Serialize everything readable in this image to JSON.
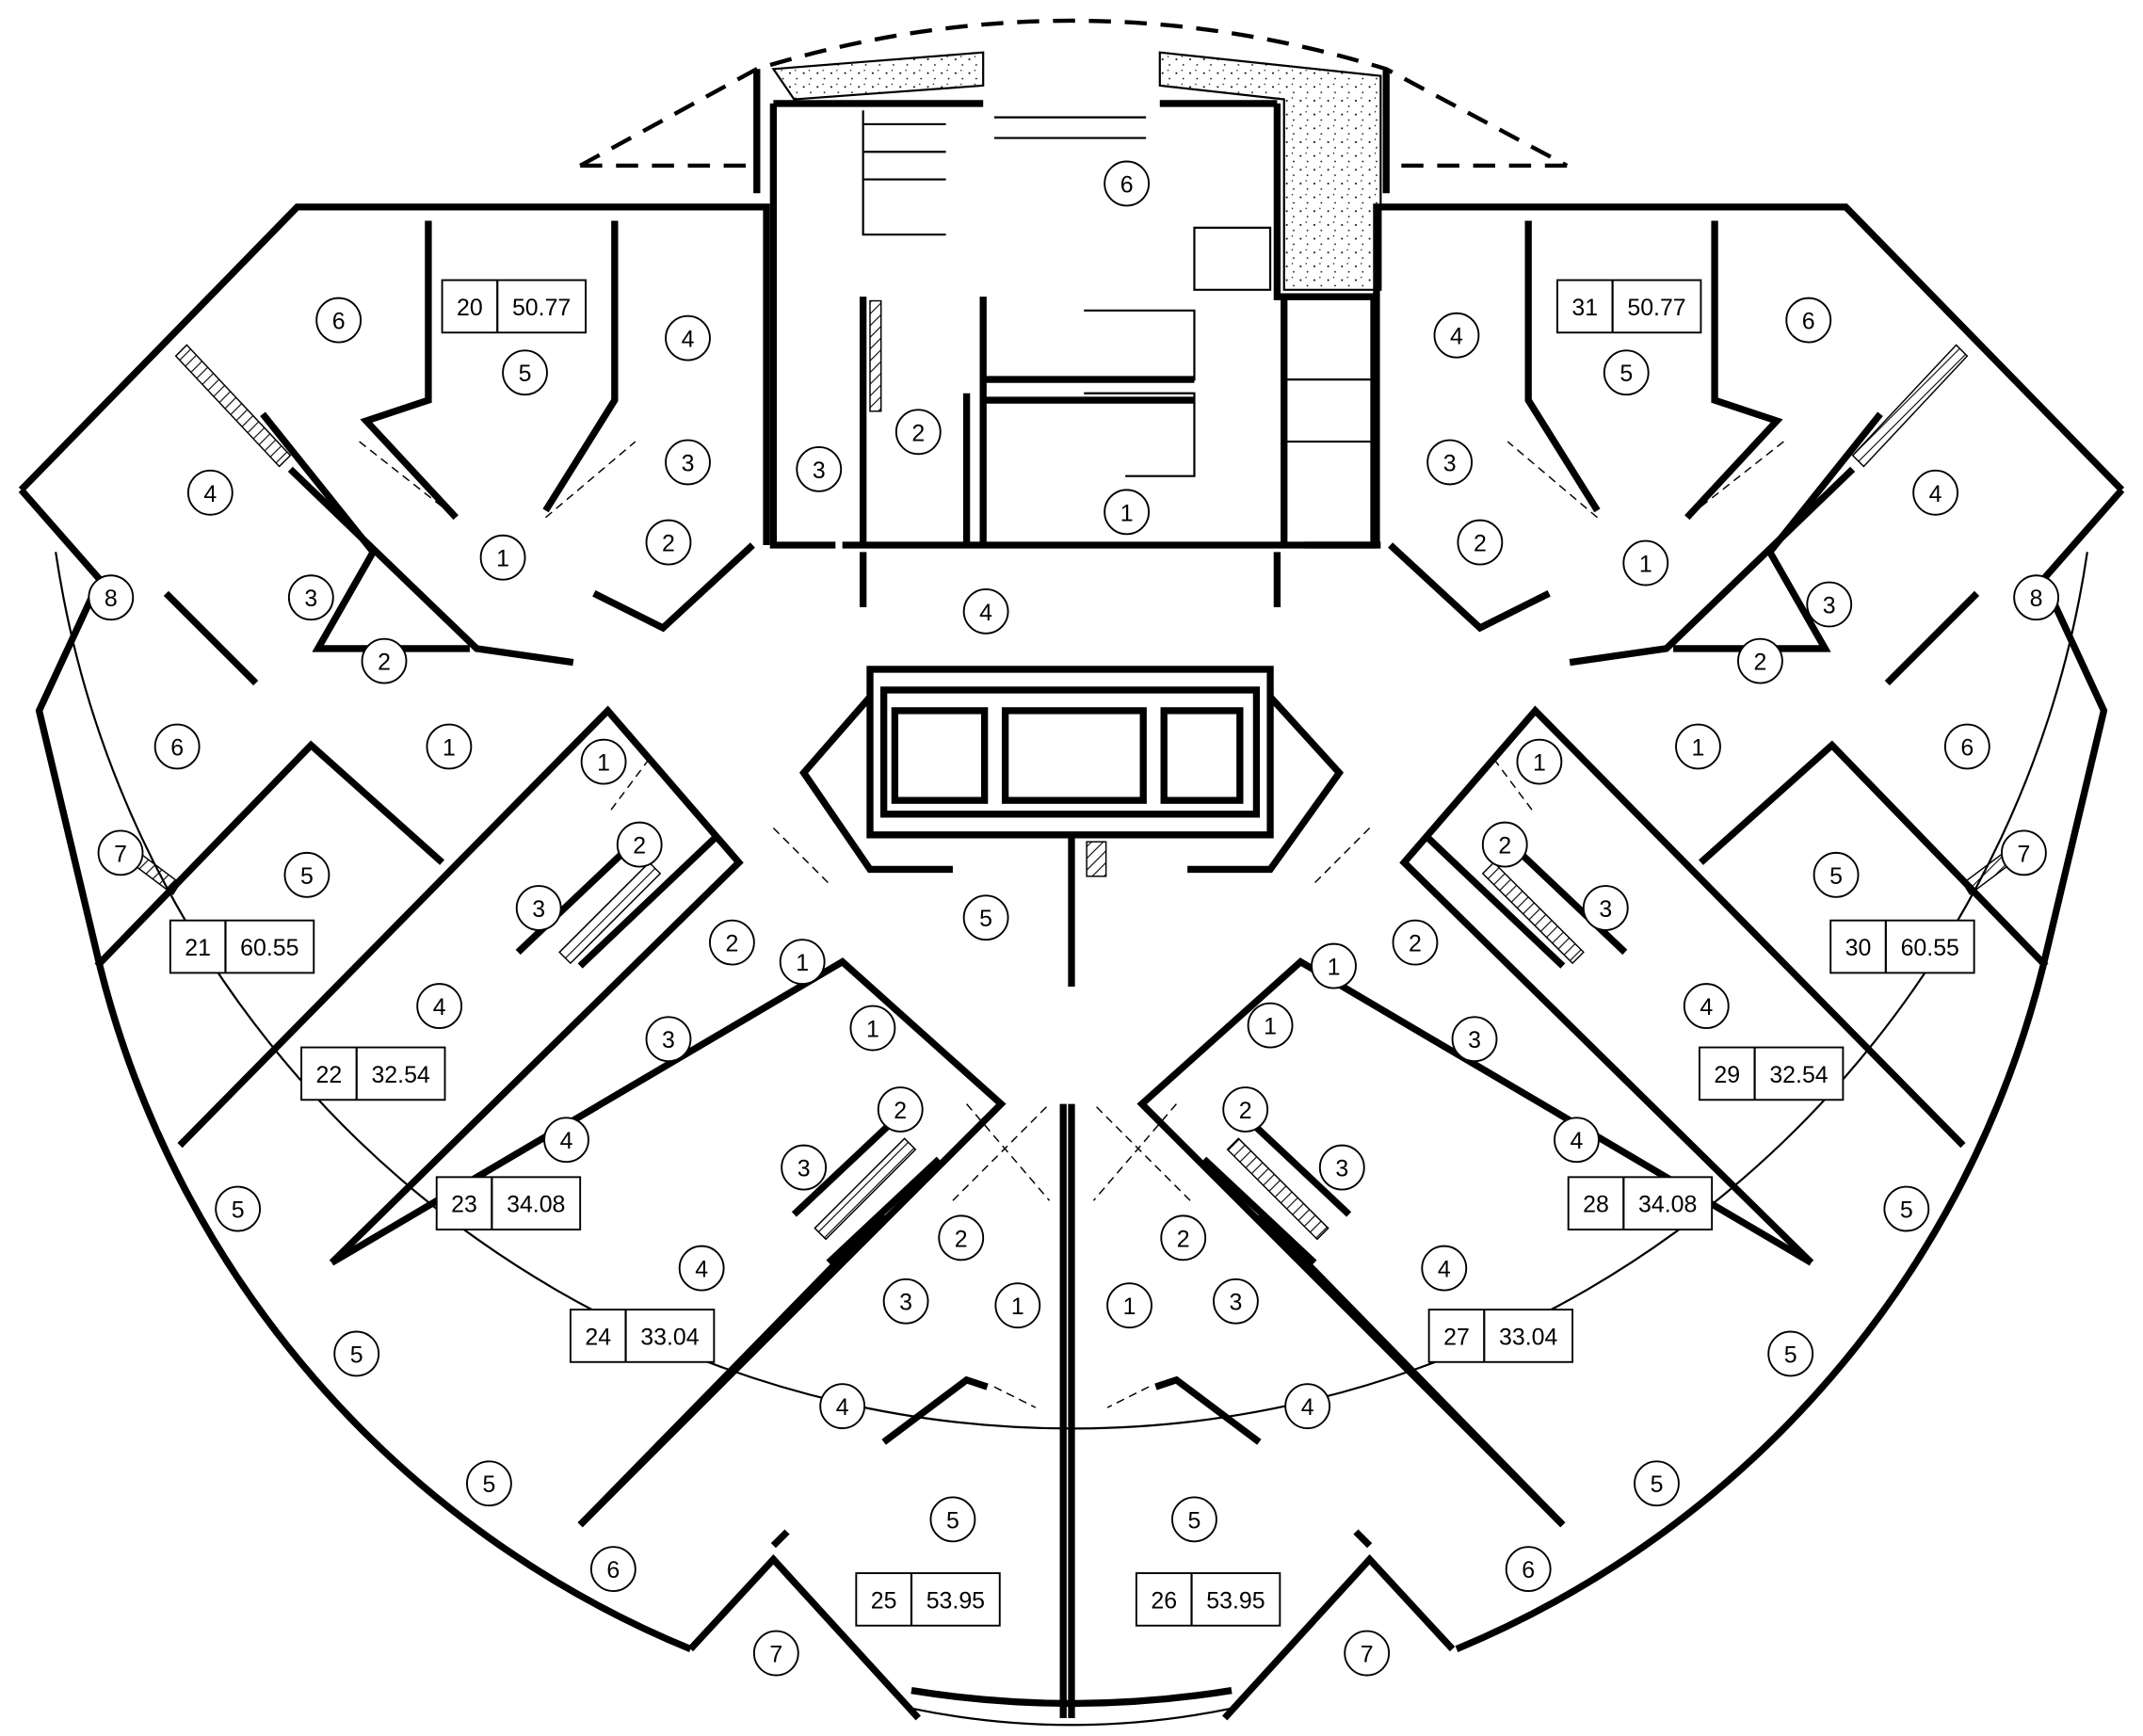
{
  "title": "Floor plan",
  "apartments": [
    {
      "number": "20",
      "area": "50.77"
    },
    {
      "number": "31",
      "area": "50.77"
    },
    {
      "number": "21",
      "area": "60.55"
    },
    {
      "number": "30",
      "area": "60.55"
    },
    {
      "number": "22",
      "area": "32.54"
    },
    {
      "number": "29",
      "area": "32.54"
    },
    {
      "number": "23",
      "area": "34.08"
    },
    {
      "number": "28",
      "area": "34.08"
    },
    {
      "number": "24",
      "area": "33.04"
    },
    {
      "number": "27",
      "area": "33.04"
    },
    {
      "number": "25",
      "area": "53.95"
    },
    {
      "number": "26",
      "area": "53.95"
    }
  ],
  "rooms": [
    "6",
    "1",
    "3",
    "2",
    "4",
    "5",
    "6",
    "5",
    "4",
    "3",
    "2",
    "1",
    "4",
    "3",
    "2",
    "8",
    "1",
    "6",
    "7",
    "5",
    "4",
    "5",
    "6",
    "3",
    "2",
    "1",
    "4",
    "3",
    "2",
    "8",
    "1",
    "6",
    "7",
    "5",
    "1",
    "2",
    "3",
    "2",
    "1",
    "3",
    "4",
    "1",
    "2",
    "3",
    "2",
    "3",
    "1",
    "4",
    "4",
    "4",
    "5",
    "6",
    "7",
    "5",
    "5",
    "5",
    "1",
    "2",
    "3",
    "2",
    "1",
    "3",
    "4",
    "1",
    "2",
    "3",
    "2",
    "3",
    "1",
    "4",
    "4",
    "4",
    "5",
    "6",
    "7",
    "5",
    "5",
    "5"
  ]
}
